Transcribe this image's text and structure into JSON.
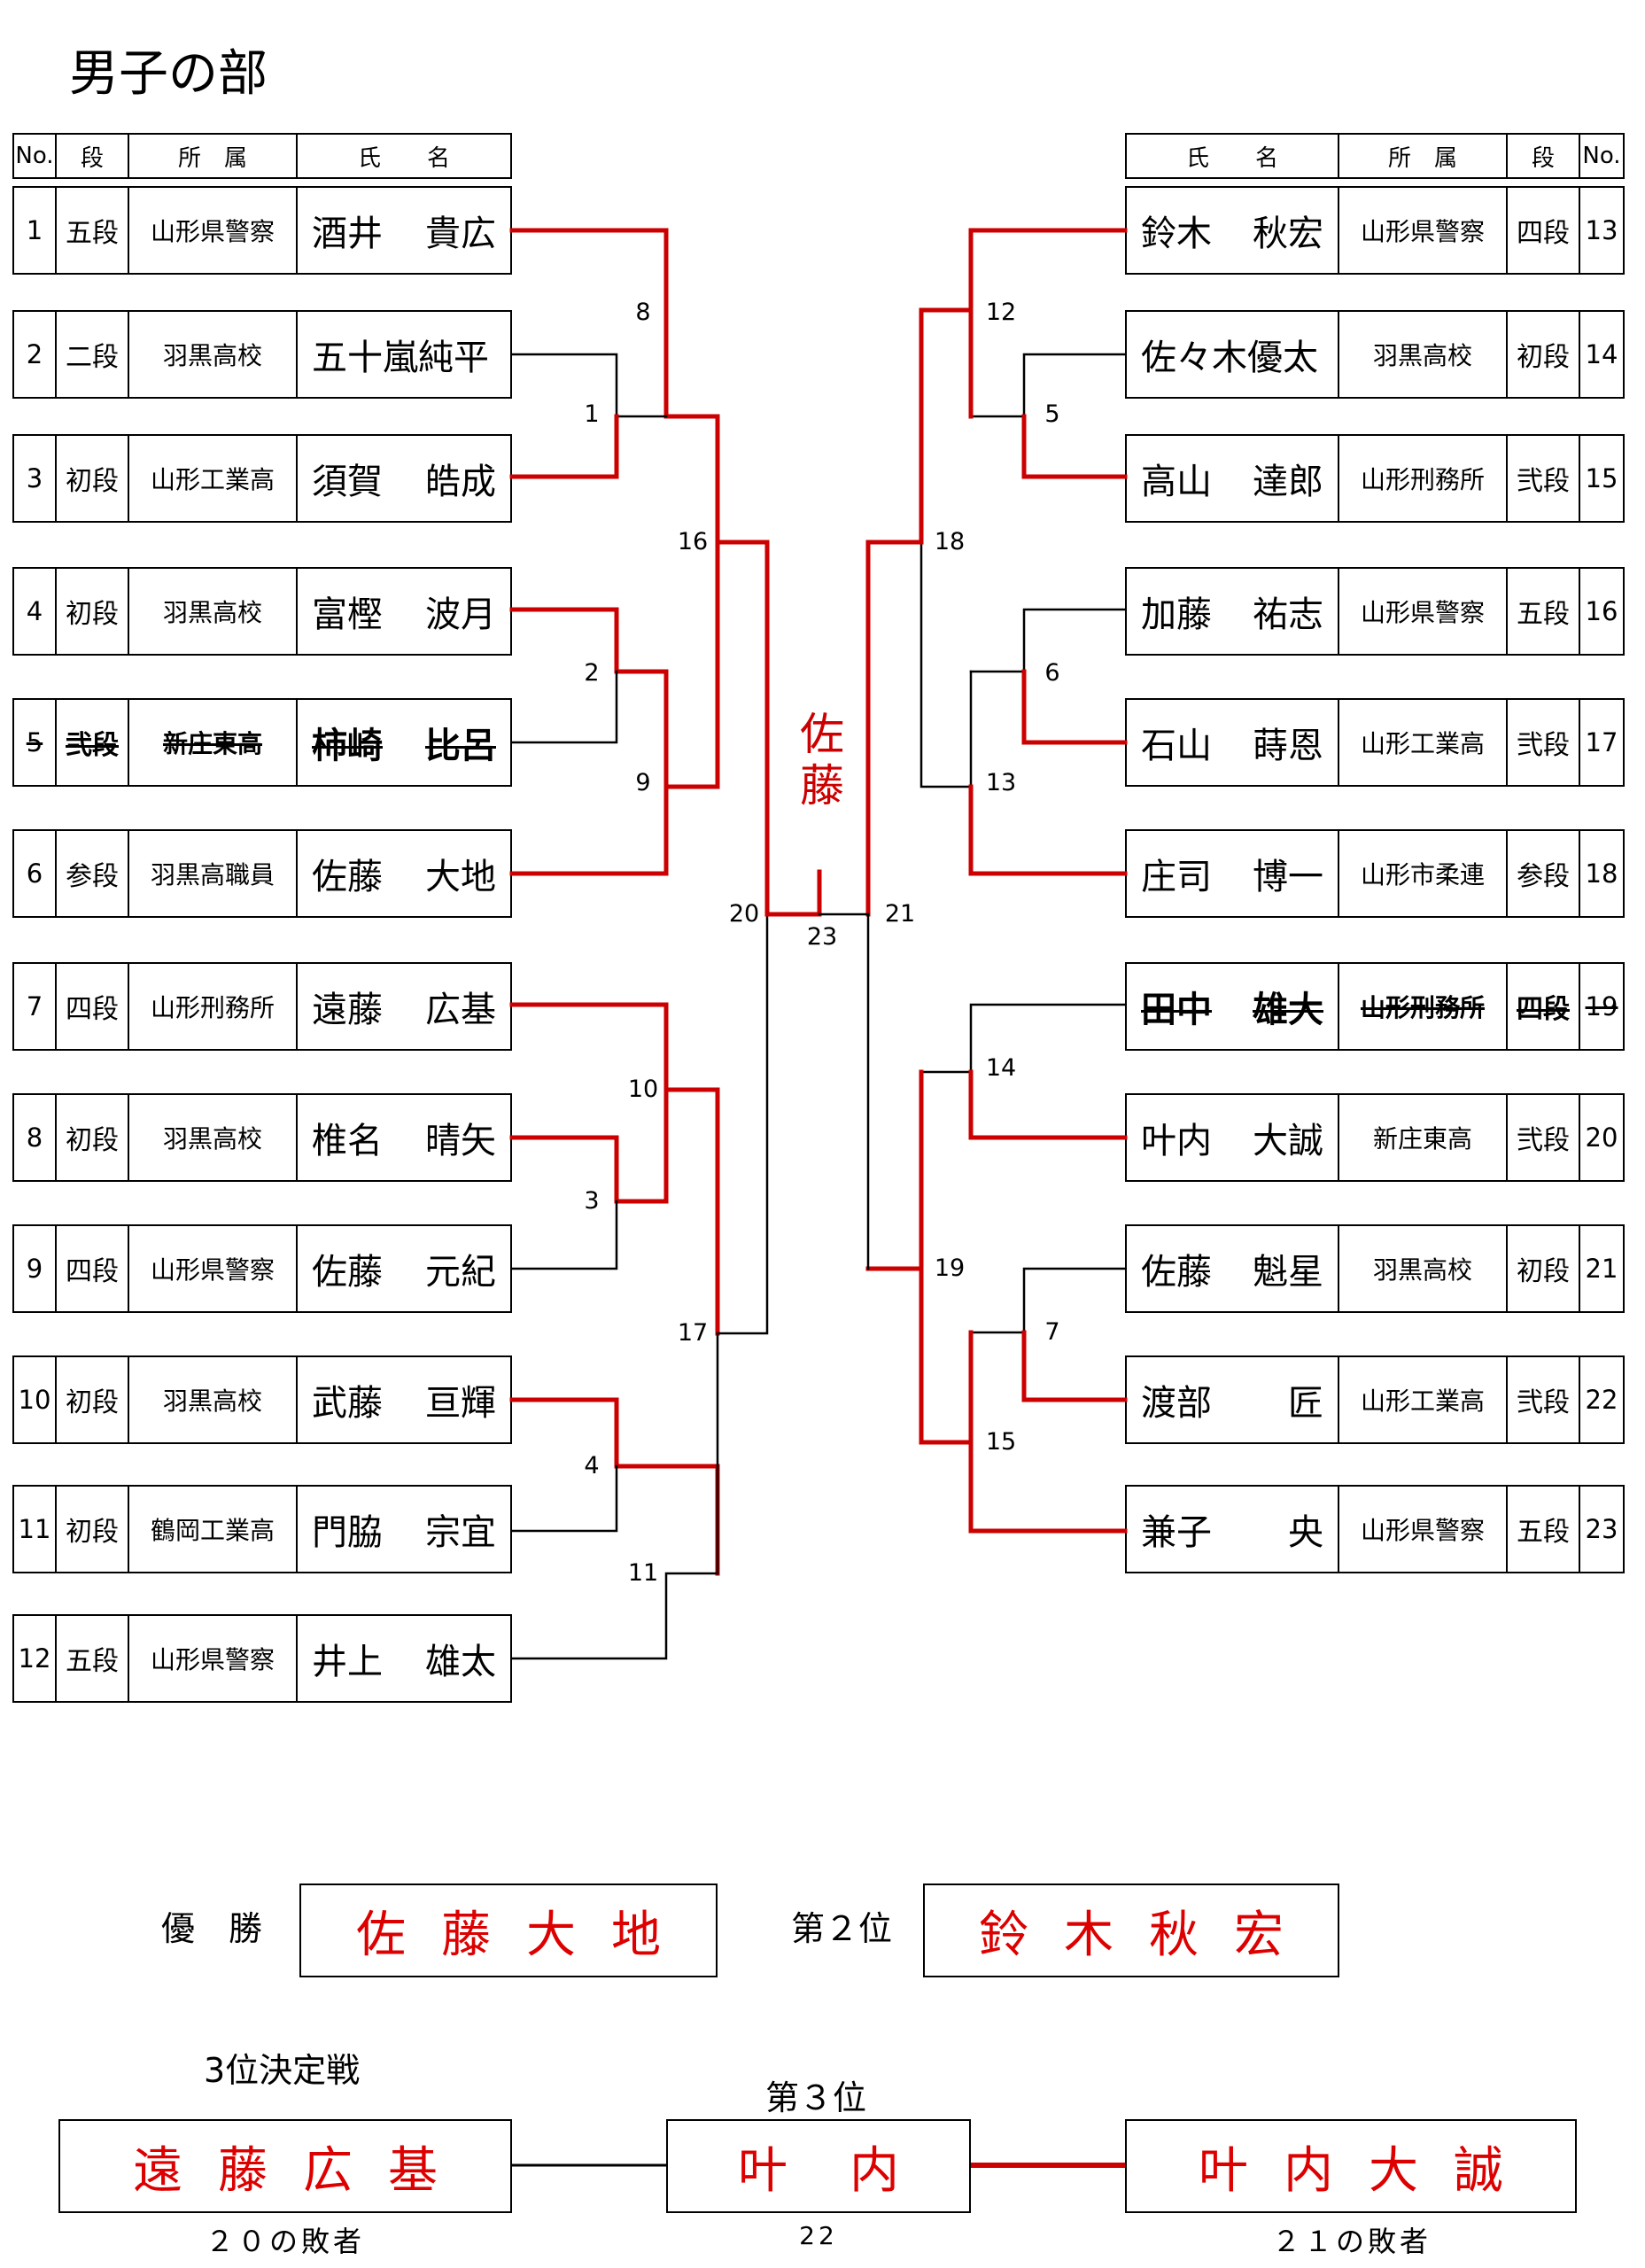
{
  "page_title": "男子の部",
  "header_left": {
    "no": "No.",
    "rank": "段",
    "affiliation": "所　属",
    "name": "氏　　名"
  },
  "header_right": {
    "name": "氏　　名",
    "affiliation": "所　属",
    "rank": "段",
    "no": "No."
  },
  "left_players": [
    {
      "no": "1",
      "rank": "五段",
      "affiliation": "山形県警察",
      "family": "酒井",
      "given": "貴広",
      "withdrawn": false
    },
    {
      "no": "2",
      "rank": "二段",
      "affiliation": "羽黒高校",
      "family": "五十嵐純平",
      "given": "",
      "withdrawn": false
    },
    {
      "no": "3",
      "rank": "初段",
      "affiliation": "山形工業高",
      "family": "須賀",
      "given": "皓成",
      "withdrawn": false
    },
    {
      "no": "4",
      "rank": "初段",
      "affiliation": "羽黒高校",
      "family": "富樫",
      "given": "波月",
      "withdrawn": false
    },
    {
      "no": "5",
      "rank": "弐段",
      "affiliation": "新庄東高",
      "family": "柿崎",
      "given": "比呂",
      "withdrawn": true
    },
    {
      "no": "6",
      "rank": "参段",
      "affiliation": "羽黒高職員",
      "family": "佐藤",
      "given": "大地",
      "withdrawn": false
    },
    {
      "no": "7",
      "rank": "四段",
      "affiliation": "山形刑務所",
      "family": "遠藤",
      "given": "広基",
      "withdrawn": false
    },
    {
      "no": "8",
      "rank": "初段",
      "affiliation": "羽黒高校",
      "family": "椎名",
      "given": "晴矢",
      "withdrawn": false
    },
    {
      "no": "9",
      "rank": "四段",
      "affiliation": "山形県警察",
      "family": "佐藤",
      "given": "元紀",
      "withdrawn": false
    },
    {
      "no": "10",
      "rank": "初段",
      "affiliation": "羽黒高校",
      "family": "武藤",
      "given": "亘輝",
      "withdrawn": false
    },
    {
      "no": "11",
      "rank": "初段",
      "affiliation": "鶴岡工業高",
      "family": "門脇",
      "given": "宗宜",
      "withdrawn": false
    },
    {
      "no": "12",
      "rank": "五段",
      "affiliation": "山形県警察",
      "family": "井上",
      "given": "雄太",
      "withdrawn": false
    }
  ],
  "right_players": [
    {
      "no": "13",
      "rank": "四段",
      "affiliation": "山形県警察",
      "family": "鈴木",
      "given": "秋宏",
      "withdrawn": false
    },
    {
      "no": "14",
      "rank": "初段",
      "affiliation": "羽黒高校",
      "family": "佐々木優太",
      "given": "",
      "withdrawn": false
    },
    {
      "no": "15",
      "rank": "弐段",
      "affiliation": "山形刑務所",
      "family": "高山",
      "given": "達郎",
      "withdrawn": false
    },
    {
      "no": "16",
      "rank": "五段",
      "affiliation": "山形県警察",
      "family": "加藤",
      "given": "祐志",
      "withdrawn": false
    },
    {
      "no": "17",
      "rank": "弐段",
      "affiliation": "山形工業高",
      "family": "石山",
      "given": "蒔恩",
      "withdrawn": false
    },
    {
      "no": "18",
      "rank": "参段",
      "affiliation": "山形市柔連",
      "family": "庄司",
      "given": "博一",
      "withdrawn": false
    },
    {
      "no": "19",
      "rank": "四段",
      "affiliation": "山形刑務所",
      "family": "田中",
      "given": "雄大",
      "withdrawn": true
    },
    {
      "no": "20",
      "rank": "弐段",
      "affiliation": "新庄東高",
      "family": "叶内",
      "given": "大誠",
      "withdrawn": false
    },
    {
      "no": "21",
      "rank": "初段",
      "affiliation": "羽黒高校",
      "family": "佐藤",
      "given": "魁星",
      "withdrawn": false
    },
    {
      "no": "22",
      "rank": "弐段",
      "affiliation": "山形工業高",
      "family": "渡部",
      "given": "匠",
      "withdrawn": false
    },
    {
      "no": "23",
      "rank": "五段",
      "affiliation": "山形県警察",
      "family": "兼子",
      "given": "央",
      "withdrawn": false
    }
  ],
  "match_numbers": [
    "8",
    "1",
    "16",
    "2",
    "9",
    "10",
    "3",
    "17",
    "4",
    "11",
    "20",
    "23",
    "21",
    "12",
    "5",
    "18",
    "6",
    "13",
    "14",
    "19",
    "7",
    "15"
  ],
  "center_winner": "佐藤",
  "results": {
    "champion_label": "優　勝",
    "champion": "佐藤大地",
    "second_label": "第２位",
    "second": "鈴木秋宏",
    "third_playoff_label": "3位決定戦",
    "third_label": "第３位",
    "third_left": "遠藤広基",
    "third_center": "叶内",
    "third_right": "叶内大誠",
    "note_left": "２０の敗者",
    "note_center": "22",
    "note_right": "２１の敗者"
  },
  "colors": {
    "winner_line": "#cc0000",
    "loser_line": "#000000",
    "result_text": "#dd0000"
  }
}
